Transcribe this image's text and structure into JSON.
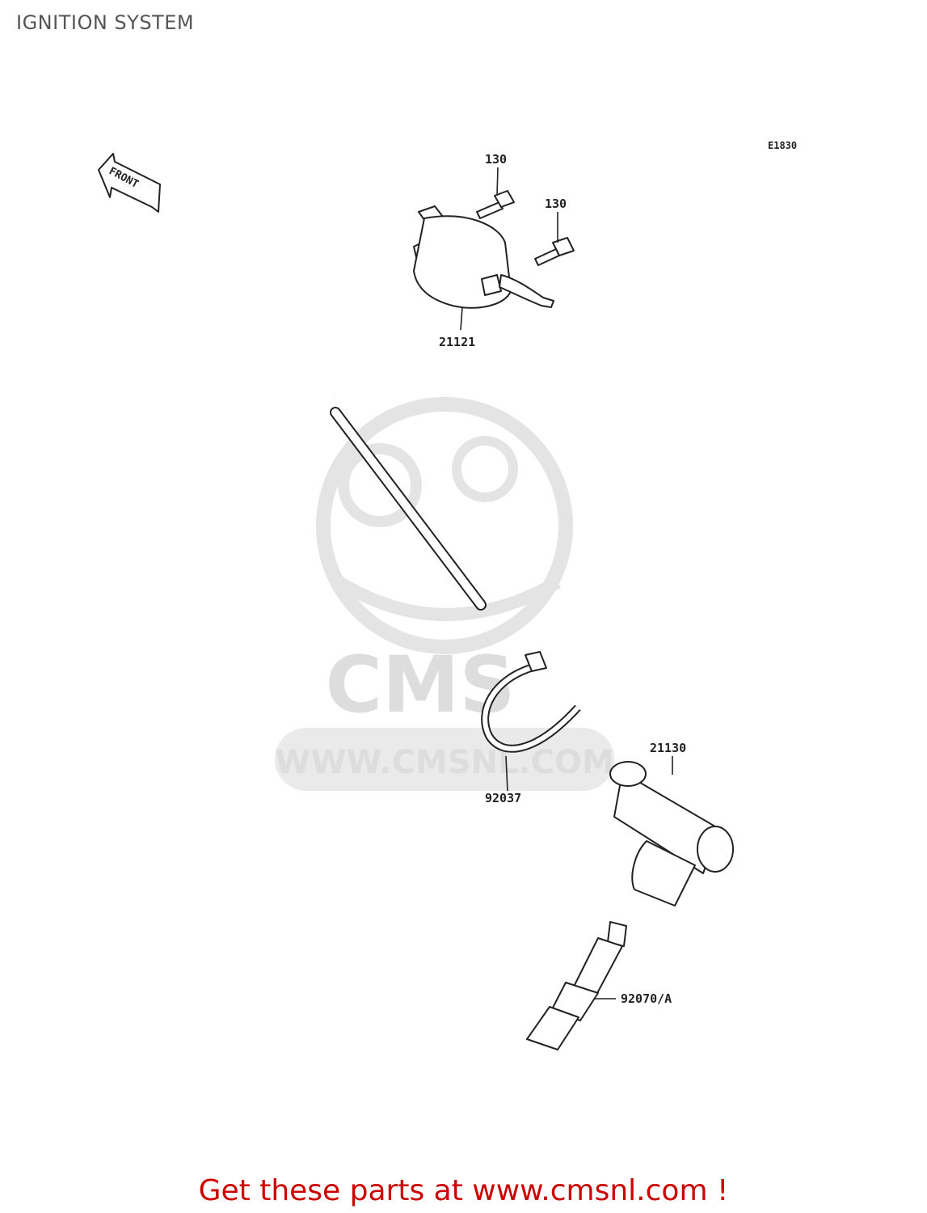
{
  "title": "IGNITION SYSTEM",
  "diagram_code": "E1830",
  "direction_label": "FRONT",
  "watermark": {
    "logo_text": "CMS",
    "url_text": "WWW.CMSNL.COM"
  },
  "callouts": [
    {
      "id": "bolt-upper",
      "label": "130"
    },
    {
      "id": "bolt-lower",
      "label": "130"
    },
    {
      "id": "ignition-coil",
      "label": "21121"
    },
    {
      "id": "spark-plug-cap",
      "label": "21130"
    },
    {
      "id": "band",
      "label": "92037"
    },
    {
      "id": "spark-plug",
      "label": "92070/A"
    }
  ],
  "promo_text": "Get these parts at www.cmsnl.com !",
  "colors": {
    "promo": "#cc0000",
    "title": "#555555",
    "watermark": "#dddddd",
    "line_art": "#222222"
  }
}
